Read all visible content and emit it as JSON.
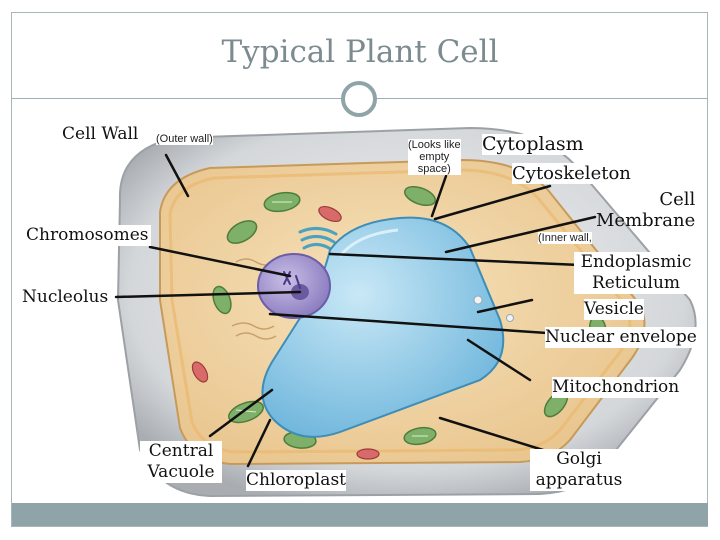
{
  "title": "Typical Plant Cell",
  "labels": {
    "cell_wall": "Cell Wall",
    "outer_wall": "(Outer wall)",
    "chromosomes": "Chromosomes",
    "nucleolus": "Nucleolus",
    "looks_like": "(Looks like\nempty\nspace)",
    "cytoplasm": "Cytoplasm",
    "cytoskeleton": "Cytoskeleton",
    "cell_membrane": "Cell\nMembrane",
    "inner_wall": "(Inner wall,",
    "endoplasmic_reticulum": "Endoplasmic\nReticulum",
    "vesicle": "Vesicle",
    "nuclear_envelope": "Nuclear envelope",
    "mitochondrion": "Mitochondrion",
    "central_vacuole": "Central\nVacuole",
    "chloroplast": "Chloroplast",
    "golgi_apparatus": "Golgi\napparatus"
  },
  "colors": {
    "frame": "#8fa4a9",
    "title": "#7b8b8f",
    "wall": "#cfd2d6",
    "cytoplasm": "#f2d7a8",
    "vacuole": "#8ec9e6",
    "nucleus": "#a79ad0",
    "chloroplast": "#7eb06a",
    "mitochondrion": "#d86a6a"
  }
}
